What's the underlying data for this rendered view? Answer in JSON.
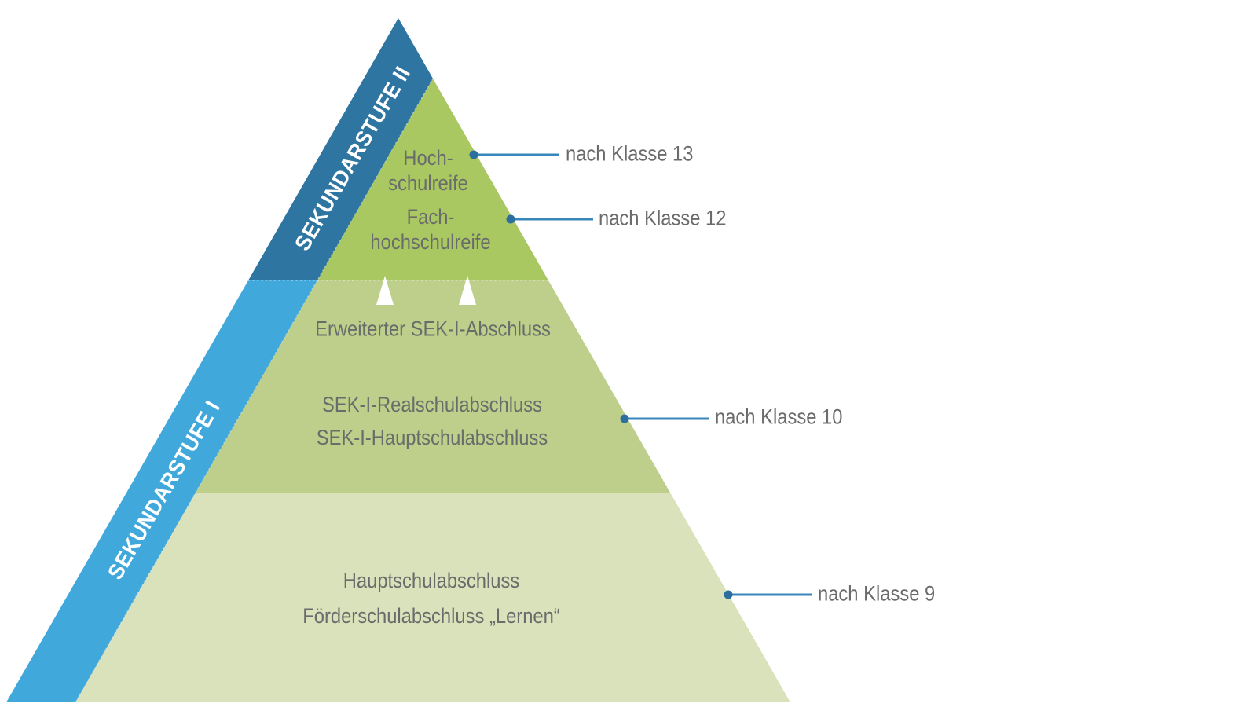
{
  "diagram": {
    "type": "pyramid",
    "subject": "German school qualifications by Sekundarstufe"
  },
  "colors": {
    "band_dark_blue": "#2e75a1",
    "band_light_blue": "#41a8dc",
    "section_top_green": "#a9c862",
    "section_middle_green": "#bdcf8a",
    "section_bottom_green": "#d9e2ba",
    "connector_line": "#3a86bb",
    "connector_dot": "#2c6f9e",
    "qualification_text": "#6a6c6b",
    "band_text": "#ffffff",
    "arrow": "#ffffff",
    "background": "#ffffff"
  },
  "bands": [
    {
      "label": "SEKUNDARSTUFE II"
    },
    {
      "label": "SEKUNDARSTUFE I"
    }
  ],
  "sections": [
    {
      "name": "top",
      "qualifications": [
        [
          "Hoch-",
          "schulreife"
        ],
        [
          "Fach-",
          "hochschulreife"
        ]
      ]
    },
    {
      "name": "middle",
      "qualifications": [
        [
          "Erweiterter SEK-I-Abschluss"
        ],
        [
          "SEK-I-Realschulabschluss"
        ],
        [
          "SEK-I-Hauptschulabschluss"
        ]
      ]
    },
    {
      "name": "bottom",
      "qualifications": [
        [
          "Hauptschulabschluss"
        ],
        [
          "Förderschulabschluss „Lernen“"
        ]
      ]
    }
  ],
  "annotations": [
    {
      "label": "nach Klasse 13"
    },
    {
      "label": "nach Klasse 12"
    },
    {
      "label": "nach Klasse 10"
    },
    {
      "label": "nach Klasse 9"
    }
  ]
}
